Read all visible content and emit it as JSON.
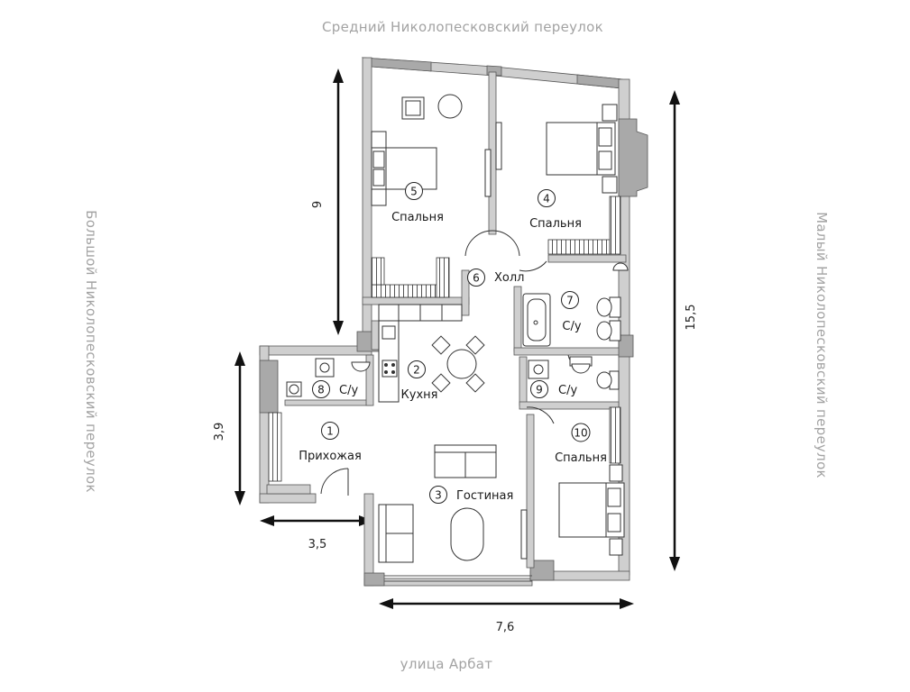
{
  "streets": {
    "top": "Средний Николопесковский переулок",
    "left": "Большой Николопесковский переулок",
    "right": "Малый Николопесковский переулок",
    "bottom": "улица Арбат"
  },
  "dimensions": {
    "left_upper": "9",
    "left_lower": "3,9",
    "bottom_left": "3,5",
    "bottom_main": "7,6",
    "right": "15,5"
  },
  "rooms": [
    {
      "num": "1",
      "name": "Прихожая"
    },
    {
      "num": "2",
      "name": "Кухня"
    },
    {
      "num": "3",
      "name": "Гостиная"
    },
    {
      "num": "4",
      "name": "Спальня"
    },
    {
      "num": "5",
      "name": "Спальня"
    },
    {
      "num": "6",
      "name": "Холл"
    },
    {
      "num": "7",
      "name": "С/у"
    },
    {
      "num": "8",
      "name": "С/у"
    },
    {
      "num": "9",
      "name": "С/у"
    },
    {
      "num": "10",
      "name": "Спальня"
    }
  ],
  "colors": {
    "wall": "#cfcfcf",
    "wall_dark": "#a9a9a9",
    "street_text": "#a3a3a3",
    "line": "#333333"
  }
}
